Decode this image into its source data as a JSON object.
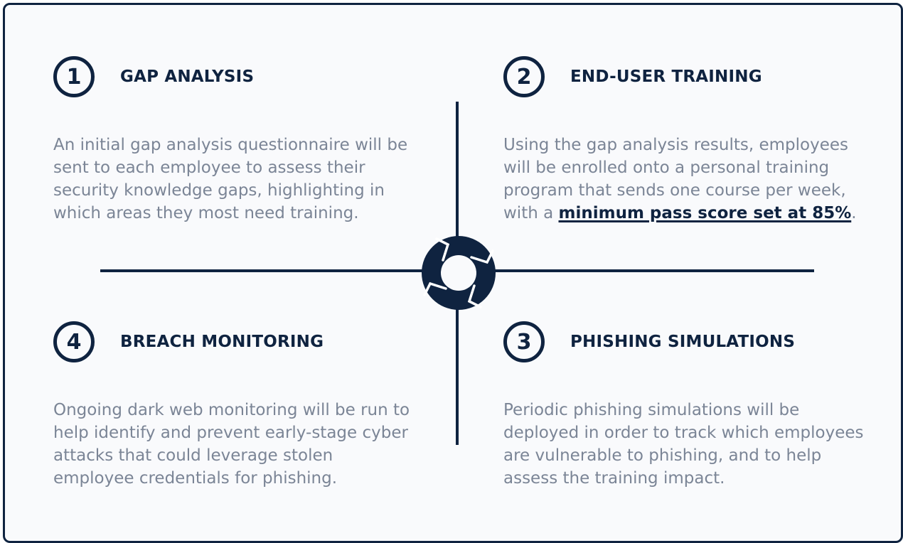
{
  "steps": [
    {
      "number": "1",
      "title": "GAP ANALYSIS",
      "description": "An initial gap analysis questionnaire will be sent to each employee to assess their security knowledge gaps, highlighting in which areas they most need training."
    },
    {
      "number": "2",
      "title": "END-USER TRAINING",
      "description_prefix": "Using the gap analysis results, employees will be enrolled onto a personal training program that sends one course per week, with a ",
      "description_highlight": "minimum pass score set at 85%",
      "description_suffix": "."
    },
    {
      "number": "3",
      "title": "PHISHING SIMULATIONS",
      "description": "Periodic phishing simulations will be deployed in order to track which employees are vulnerable to phishing, and to help assess the training impact."
    },
    {
      "number": "4",
      "title": "BREACH MONITORING",
      "description": "Ongoing dark web monitoring will be run to help identify and prevent early-stage cyber attacks that could leverage stolen employee credentials for phishing."
    }
  ],
  "center_icon": "cycle-arrows-icon",
  "colors": {
    "primary": "#0f2340",
    "text_muted": "#7b8596",
    "background": "#f9fafc"
  }
}
